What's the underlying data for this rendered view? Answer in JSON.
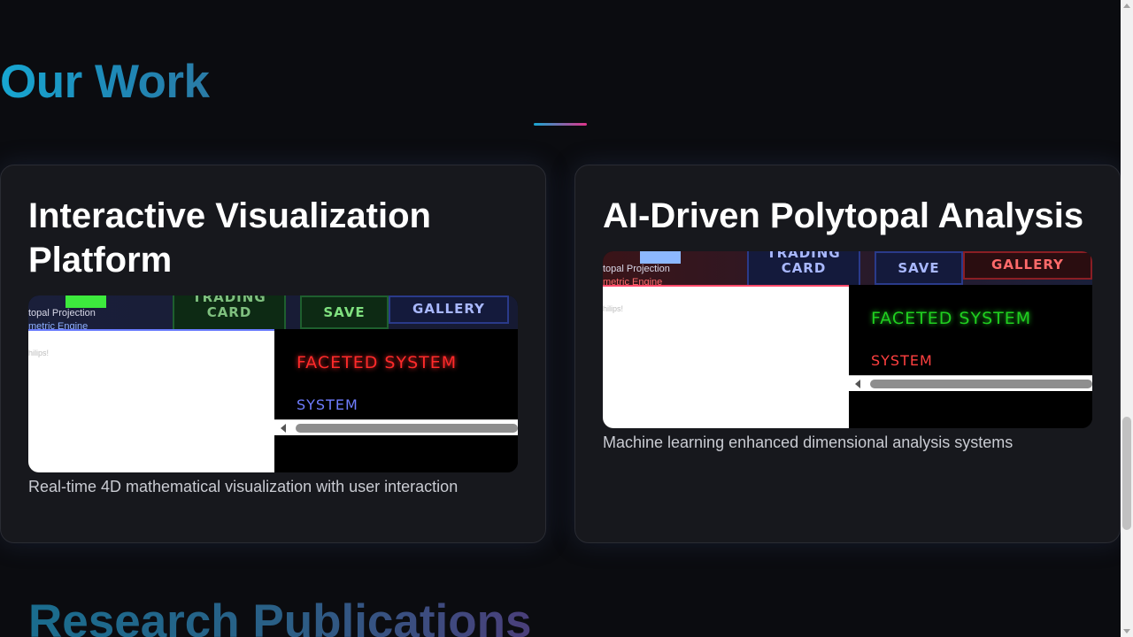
{
  "section": {
    "title": "Our Work"
  },
  "projects": [
    {
      "title": "Interactive Visualization Platform",
      "description": "Real-time 4D mathematical visualization with user interaction",
      "thumbnail": {
        "label_line1": "topal Projection",
        "label_line2": "metric Engine",
        "tiny": "hilips!",
        "tabs": [
          "TRADING CARD",
          "SAVE",
          "GALLERY"
        ],
        "headline": "FACETED SYSTEM",
        "sub": "SYSTEM",
        "accent": "#ff2a2a",
        "sub_color": "#6f7dff"
      }
    },
    {
      "title": "AI-Driven Polytopal Analysis",
      "description": "Machine learning enhanced dimensional analysis systems",
      "thumbnail": {
        "label_line1": "topal Projection",
        "label_line2": "metric Engine",
        "tiny": "hilips!",
        "tabs": [
          "TRADING CARD",
          "SAVE",
          "GALLERY"
        ],
        "headline": "FACETED SYSTEM",
        "sub": "SYSTEM",
        "accent": "#20d020",
        "sub_color": "#ff4040"
      }
    }
  ],
  "next_section": {
    "title": "Research Publications"
  },
  "colors": {
    "background": "#0b0c10",
    "card": "#17181d",
    "title_gradient_start": "#17a7d2",
    "underline_end": "#e0338a"
  }
}
